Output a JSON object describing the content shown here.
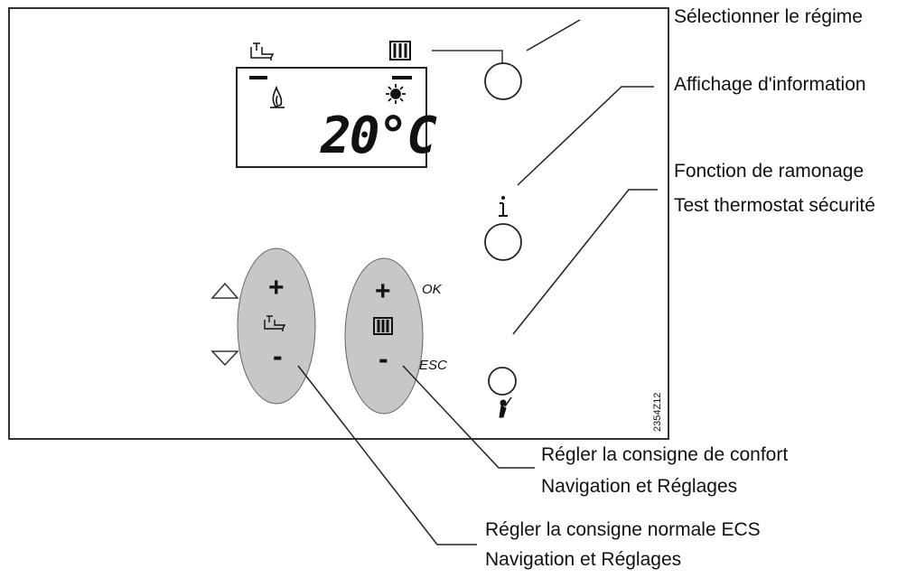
{
  "panel": {
    "display": {
      "temperature": "20°C"
    },
    "buttons": {
      "ok_label": "OK",
      "esc_label": "ESC",
      "plus_symbol": "+",
      "minus_symbol": "-",
      "info_symbol": "i"
    },
    "reference_number": "2354Z12"
  },
  "callouts": {
    "mode_select": "Sélectionner le régime",
    "info_display": "Affichage d'information",
    "chimney_line1": "Fonction de ramonage",
    "chimney_line2": "Test thermostat sécurité",
    "comfort_line1": "Régler la consigne de confort",
    "comfort_line2": "Navigation et Réglages",
    "dhw_line1": "Régler la consigne normale ECS",
    "dhw_line2": "Navigation et Réglages"
  },
  "icons": [
    "tap-icon",
    "radiator-icon",
    "flame-icon",
    "sun-icon",
    "up-arrow-icon",
    "down-arrow-icon",
    "info-icon",
    "chimney-sweep-icon"
  ]
}
